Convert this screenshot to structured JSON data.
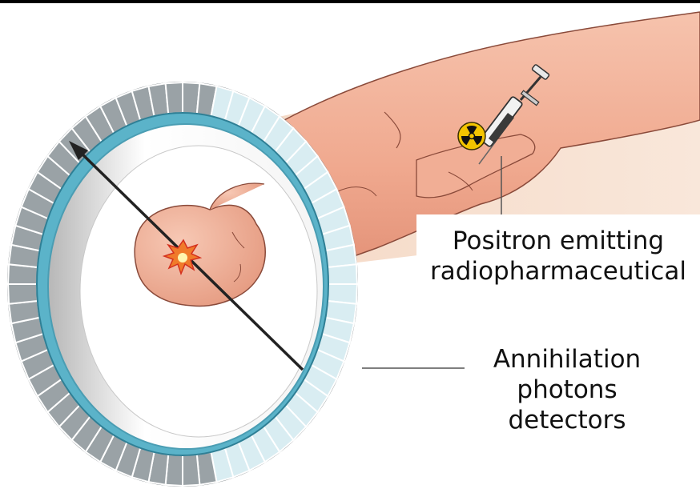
{
  "labels": {
    "positron_line1": "Positron emitting",
    "positron_line2": "radiopharmaceutical",
    "detectors_line1": "Annihilation",
    "detectors_line2": "photons",
    "detectors_line3": "detectors"
  },
  "colors": {
    "skin": "#f2b49b",
    "skin_shadow": "#d98a72",
    "ring_inner": "#5bb3c9",
    "detector_face": "#d9edf2",
    "detector_side": "#9aa2a6",
    "event": "#e8402a",
    "radiation_symbol": "#f4c400"
  },
  "icons": [
    "radiation-icon",
    "syringe-icon",
    "annihilation-burst-icon"
  ]
}
